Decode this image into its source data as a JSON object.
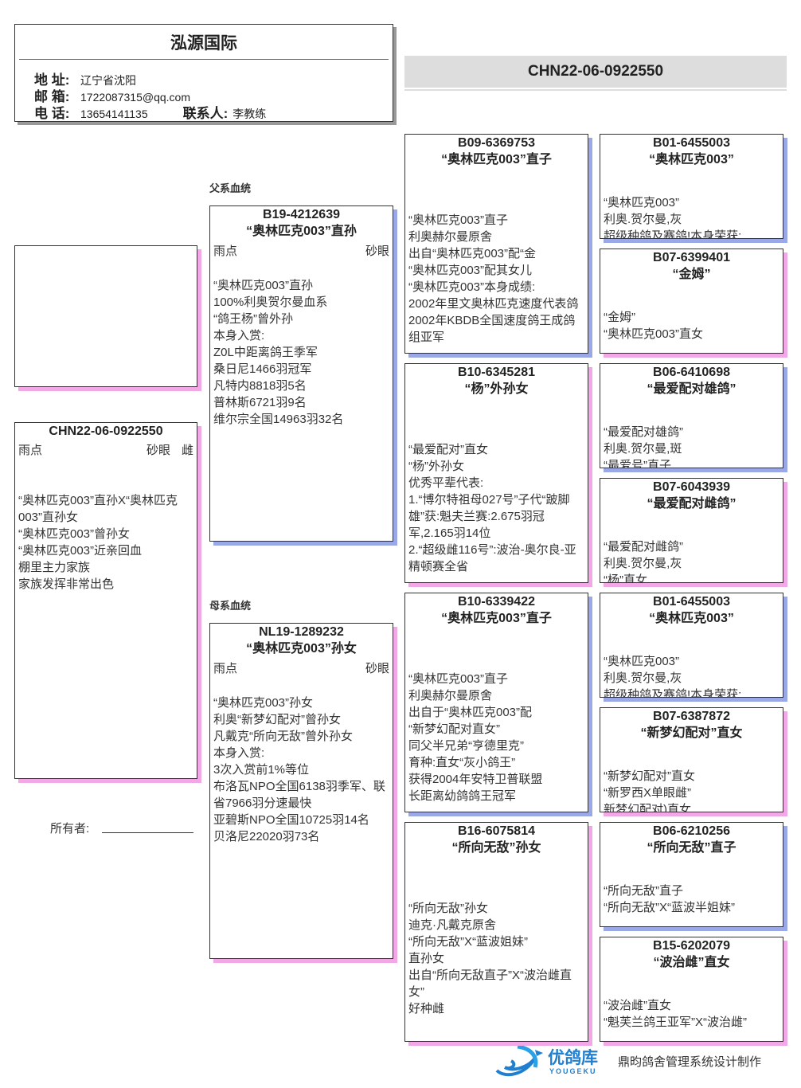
{
  "header": {
    "title": "泓源国际",
    "address_label": "地 址:",
    "address": "辽宁省沈阳",
    "email_label": "邮 箱:",
    "email": "1722087315@qq.com",
    "phone_label": "电 话:",
    "phone": "13654141135",
    "contact_label": "联系人:",
    "contact": "李教练"
  },
  "banner": "CHN22-06-0922550",
  "labels": {
    "sire_line": "父系血统",
    "dam_line": "母系血统",
    "owner": "所有者:"
  },
  "footer": {
    "logo_cn": "优鸽库",
    "logo_en": "YOUGEKU",
    "credit": "鼎昀鸽舍管理系统设计制作"
  },
  "boxes": {
    "subject": {
      "ring": "CHN22-06-0922550",
      "name": "",
      "color": "雨点",
      "eye": "砂眼",
      "sex": "雌",
      "body": "“奥林匹克003”直孙X“奥林匹克003”直孙女\n“奥林匹克003”曾孙女\n“奥林匹克003”近亲回血\n棚里主力家族\n家族发挥非常出色"
    },
    "sire": {
      "ring": "B19-4212639",
      "name": "“奥林匹克003”直孙",
      "color": "雨点",
      "eye": "砂眼",
      "body": "“奥林匹克003”直孙\n100%利奥贺尔曼血系\n“鸽王杨”曾外孙\n本身入赏:\nZ0L中距离鸽王季军\n桑日尼1466羽冠军\n凡特内8818羽5名\n普林斯6721羽9名\n维尔宗全国14963羽32名"
    },
    "dam": {
      "ring": "NL19-1289232",
      "name": "“奥林匹克003”孙女",
      "color": "雨点",
      "eye": "砂眼",
      "body": "“奥林匹克003”孙女\n利奥“新梦幻配对”曾孙女\n凡戴克“所向无敌”曾外孙女\n本身入赏:\n3次入赏前1%等位\n布洛瓦NPO全国6138羽季军、联省7966羽分速最快\n亚碧斯NPO全国10725羽14名\n贝洛尼22020羽73名"
    },
    "ss": {
      "ring": "B09-6369753",
      "name": "“奥林匹克003”直子",
      "body": "“奥林匹克003”直子\n利奥赫尔曼原舍\n出自“奥林匹克003”配“金\n“奥林匹克003”配其女儿\n“奥林匹克003”本身成绩:\n2002年里文奥林匹克速度代表鸽\n2002年KBDB全国速度鸽王成鸽组亚军"
    },
    "sd": {
      "ring": "B10-6345281",
      "name": "“杨”外孙女",
      "body": "“最爱配对”直女\n“杨”外孙女\n优秀平辈代表:\n1.“博尔特祖母027号”子代“跛脚雄”获:魁夫兰赛:2.675羽冠军,2.165羽14位\n2.“超级雌116号”:波治-奥尔良-亚精顿赛全省"
    },
    "ds": {
      "ring": "B10-6339422",
      "name": "“奥林匹克003”直子",
      "body": "“奥林匹克003”直子\n利奥赫尔曼原舍\n出自于“奥林匹克003”配\n“新梦幻配对直女”\n同父半兄弟“亨德里克”\n育种:直女“灰小鸽王”\n获得2004年安特卫普联盟\n长距离幼鸽鸽王冠军"
    },
    "dd": {
      "ring": "B16-6075814",
      "name": "“所向无敌”孙女",
      "body": "“所向无敌”孙女\n迪克·凡戴克原舍\n“所向无敌”X“蓝波姐妹”\n直孙女\n出自“所向无敌直子”X“波治雌直女”\n好种雌"
    },
    "sss": {
      "ring": "B01-6455003",
      "name": "“奥林匹克003”",
      "body": "“奥林匹克003”\n利奥.贺尔曼,灰\n超级种鸽及赛鸽!本身荣获:"
    },
    "ssd": {
      "ring": "B07-6399401",
      "name": "“金姆”",
      "body": "“金姆”\n“奥林匹克003”直女"
    },
    "sds": {
      "ring": "B06-6410698",
      "name": "“最爱配对雄鸽”",
      "body": "“最爱配对雄鸽”\n利奥.贺尔曼,斑\n“最爱号”直子"
    },
    "sdd": {
      "ring": "B07-6043939",
      "name": "“最爱配对雌鸽”",
      "body": "“最爱配对雌鸽”\n利奥.贺尔曼,灰\n“杨”直女"
    },
    "dss": {
      "ring": "B01-6455003",
      "name": "“奥林匹克003”",
      "body": "“奥林匹克003”\n利奥.贺尔曼,灰\n超级种鸽及赛鸽!本身荣获:"
    },
    "dsd": {
      "ring": "B07-6387872",
      "name": "“新梦幻配对”直女",
      "body": "“新梦幻配对”直女\n“新罗西X单眼雌”\n新梦幻配对)直女"
    },
    "dds": {
      "ring": "B06-6210256",
      "name": "“所向无敌”直子",
      "body": "“所向无敌”直子\n“所向无敌”X“蓝波半姐妹”"
    },
    "ddd": {
      "ring": "B15-6202079",
      "name": "“波治雌”直女",
      "body": "“波治雌”直女\n“魁芙兰鸽王亚军”X“波治雌”"
    }
  }
}
